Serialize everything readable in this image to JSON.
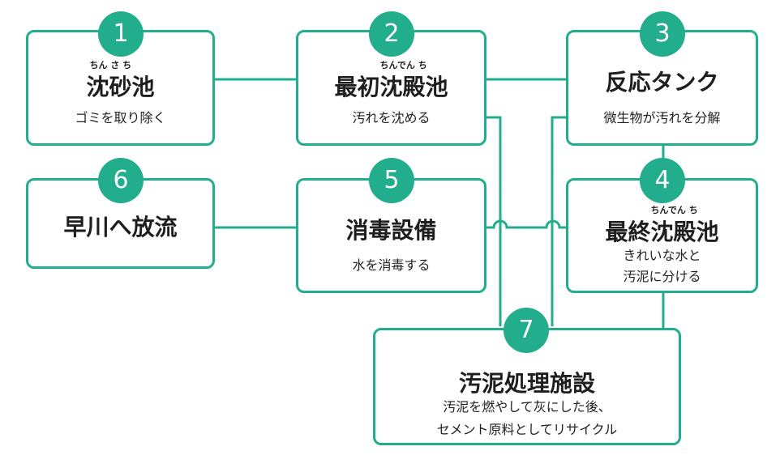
{
  "accent_color": "#22ad8d",
  "steps": [
    {
      "number": "1",
      "title": "沈砂池",
      "ruby": "ちん さ ち",
      "desc1": "ゴミを取り除く",
      "desc2": ""
    },
    {
      "number": "2",
      "title": "最初沈殿池",
      "ruby": "ちんでん ち",
      "desc1": "汚れを沈める",
      "desc2": ""
    },
    {
      "number": "3",
      "title": "反応タンク",
      "ruby": "",
      "desc1": "微生物が汚れを分解",
      "desc2": ""
    },
    {
      "number": "4",
      "title": "最終沈殿池",
      "ruby": "ちんでん ち",
      "desc1": "きれいな水と",
      "desc2": "汚泥に分ける"
    },
    {
      "number": "5",
      "title": "消毒設備",
      "ruby": "",
      "desc1": "水を消毒する",
      "desc2": ""
    },
    {
      "number": "6",
      "title": "早川へ放流",
      "ruby": "",
      "desc1": "",
      "desc2": ""
    },
    {
      "number": "7",
      "title": "汚泥処理施設",
      "ruby": "",
      "desc1": "汚泥を燃やして灰にした後、",
      "desc2": "セメント原料としてリサイクル"
    }
  ]
}
